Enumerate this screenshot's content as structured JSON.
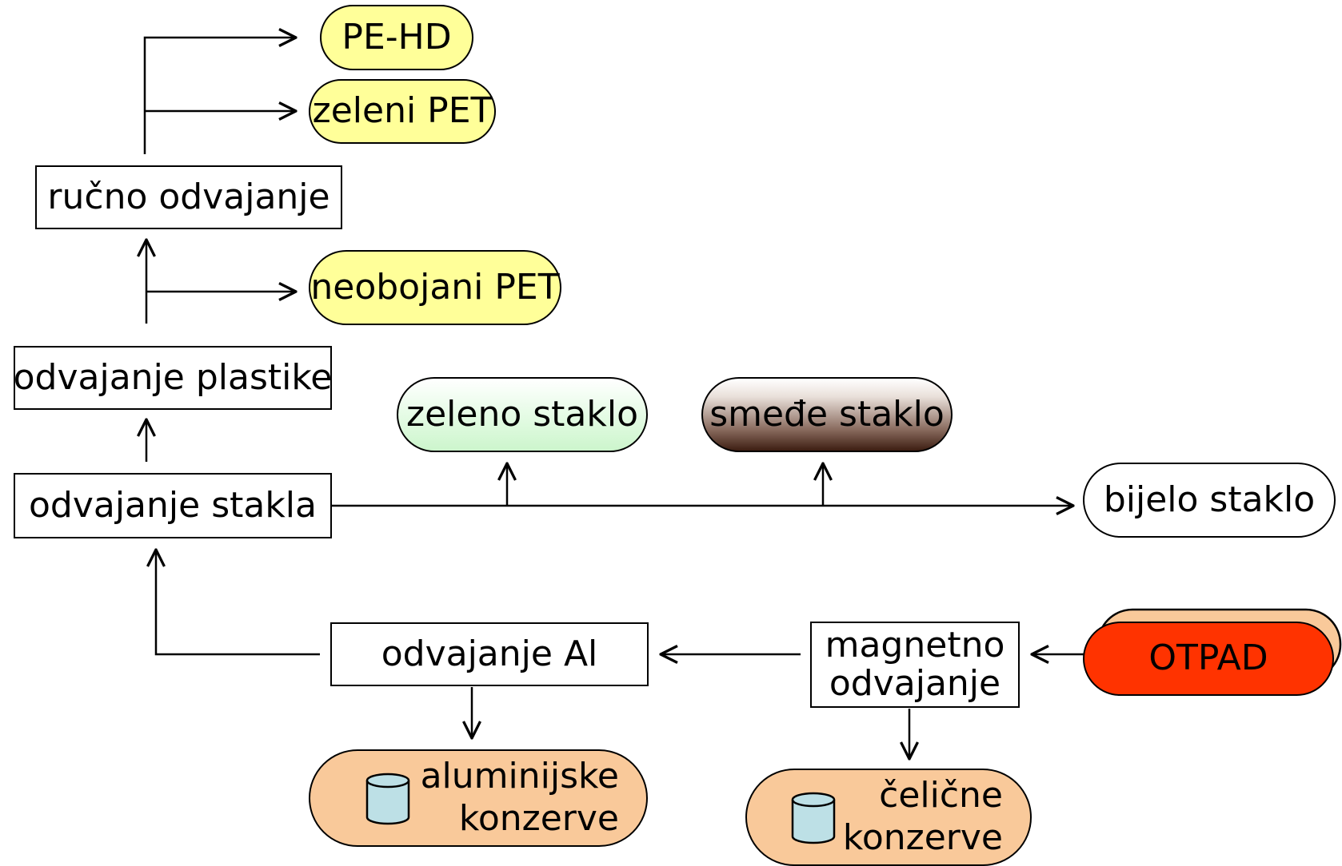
{
  "nodes": {
    "pe_hd": "PE-HD",
    "zeleni_pet": "zeleni PET",
    "rucno_odvajanje": "ručno odvajanje",
    "neobojani_pet": "neobojani PET",
    "odvajanje_plastike": "odvajanje plastike",
    "zeleno_staklo": "zeleno staklo",
    "smede_staklo": "smeđe staklo",
    "odvajanje_stakla": "odvajanje stakla",
    "bijelo_staklo": "bijelo staklo",
    "odvajanje_al": "odvajanje Al",
    "magnetno_odvajanje": [
      "magnetno",
      "odvajanje"
    ],
    "otpad": "OTPAD",
    "aluminijske_konzerve": [
      "aluminijske",
      "konzerve"
    ],
    "celicne_konzerve": [
      "čelične",
      "konzerve"
    ]
  },
  "icons": {
    "can": "cylinder-can-icon"
  },
  "colors": {
    "plastic": "#ffff99",
    "green_glass": "#ccf5cc",
    "brown_glass": "#3d1e12",
    "cans": "#f9c99a",
    "waste": "#ff3300",
    "can_icon": "#bde0e6",
    "outline": "#000000"
  }
}
